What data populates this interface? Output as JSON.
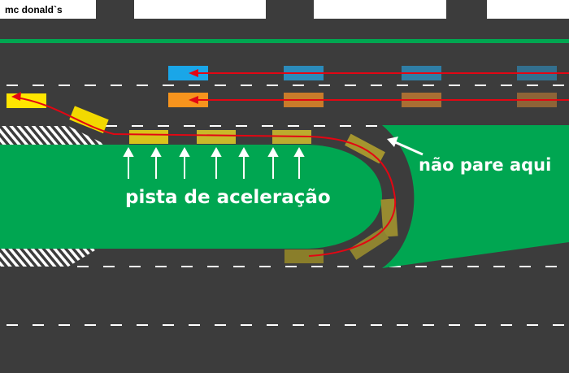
{
  "labels": {
    "store": "mc donald`s",
    "no_stop": "não pare aqui",
    "accel_lane": "pista de aceleração"
  },
  "colors": {
    "asphalt": "#3c3c3c",
    "grass": "#00a651",
    "lane_mark": "#ffffff",
    "path": "#e30613",
    "car_blue": "#1aa6e8",
    "car_orange": "#f7941d",
    "car_yellow": "#ffe600",
    "car_yellow_faded": "#c9b82a",
    "car_olive": "#8a7e2a"
  }
}
